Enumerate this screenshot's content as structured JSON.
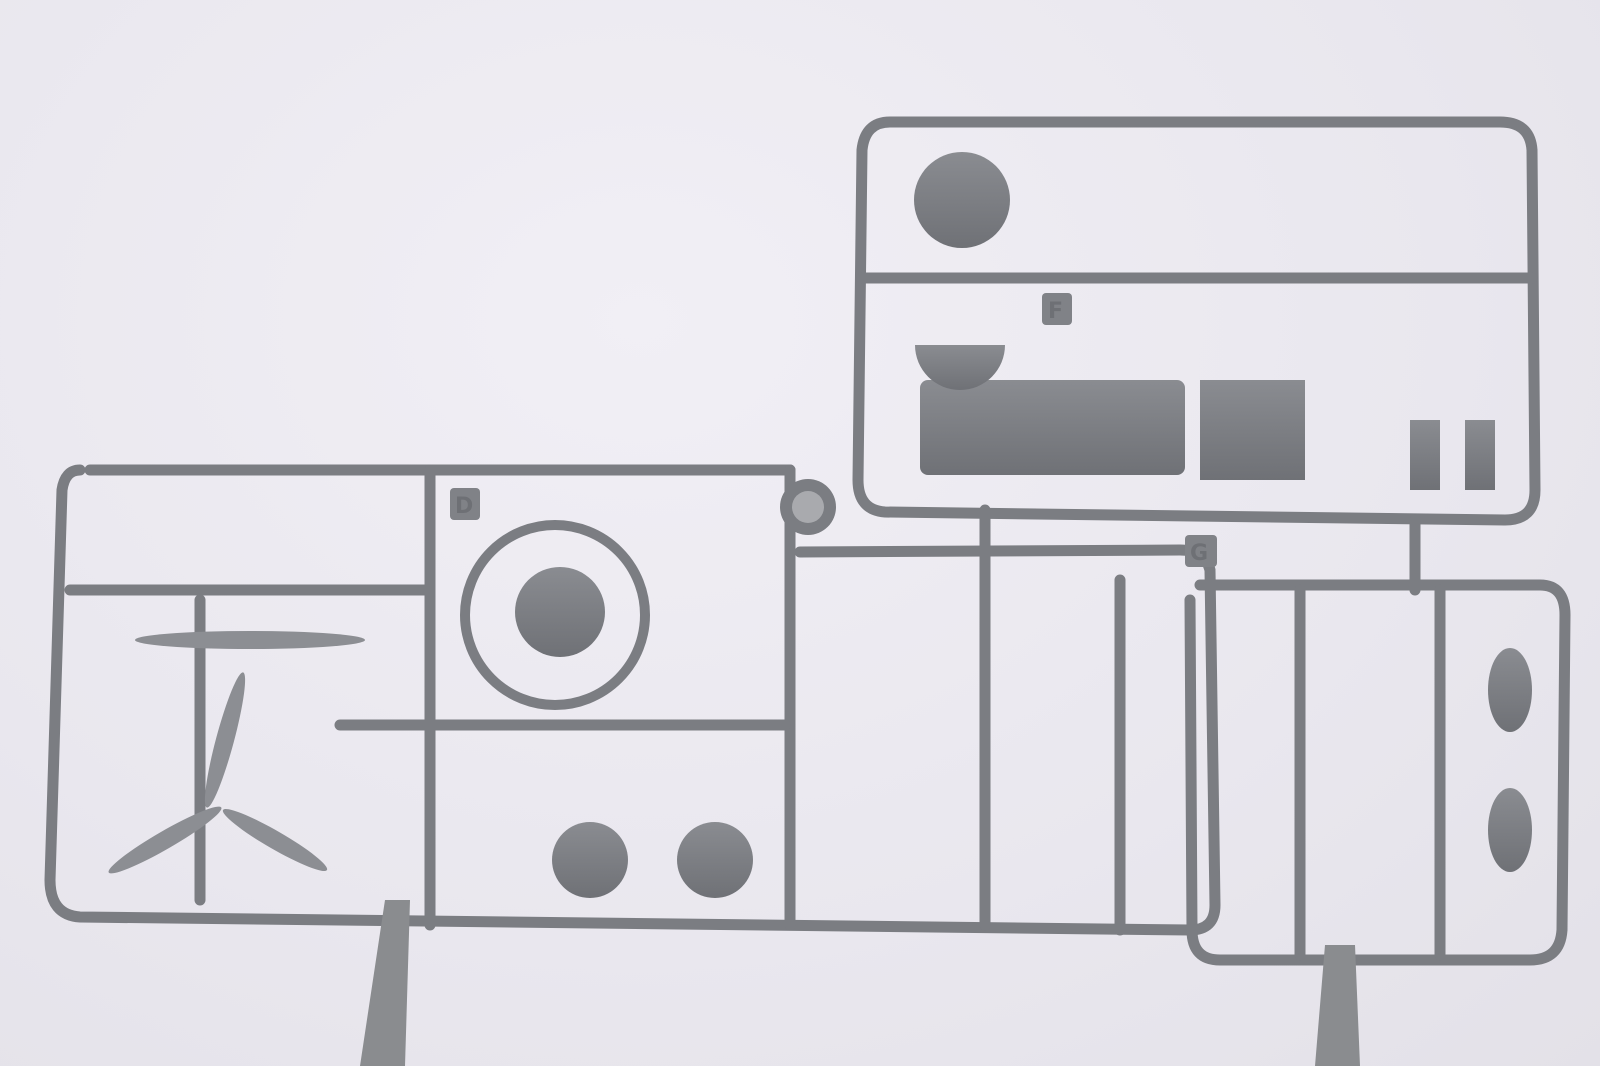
{
  "scene": {
    "description": "Grey plastic model kit sprues photographed against a light background",
    "background_color": "#ebe9f0",
    "plastic_color": "#7b7d82"
  },
  "sprues": [
    {
      "label": "D",
      "position": "left"
    },
    {
      "label": "F",
      "position": "top-right"
    },
    {
      "label": "G",
      "position": "bottom-right"
    }
  ],
  "parts": {
    "propellers": 2,
    "radial_engine": 1,
    "wheels": 2,
    "cockpit_floor": 1,
    "seats": 2
  }
}
